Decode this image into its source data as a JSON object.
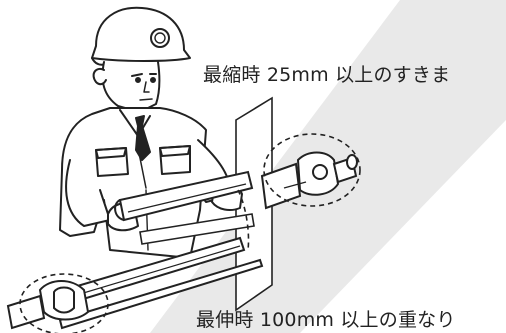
{
  "illustration": {
    "icon": "worker-adjusting-pto-shaft-illustration",
    "colors": {
      "line": "#222222",
      "background": "#ffffff",
      "band": "#e9e9e9"
    }
  },
  "labels": {
    "top": "最縮時 25mm 以上のすきま",
    "bottom": "最伸時 100mm 以上の重なり"
  }
}
